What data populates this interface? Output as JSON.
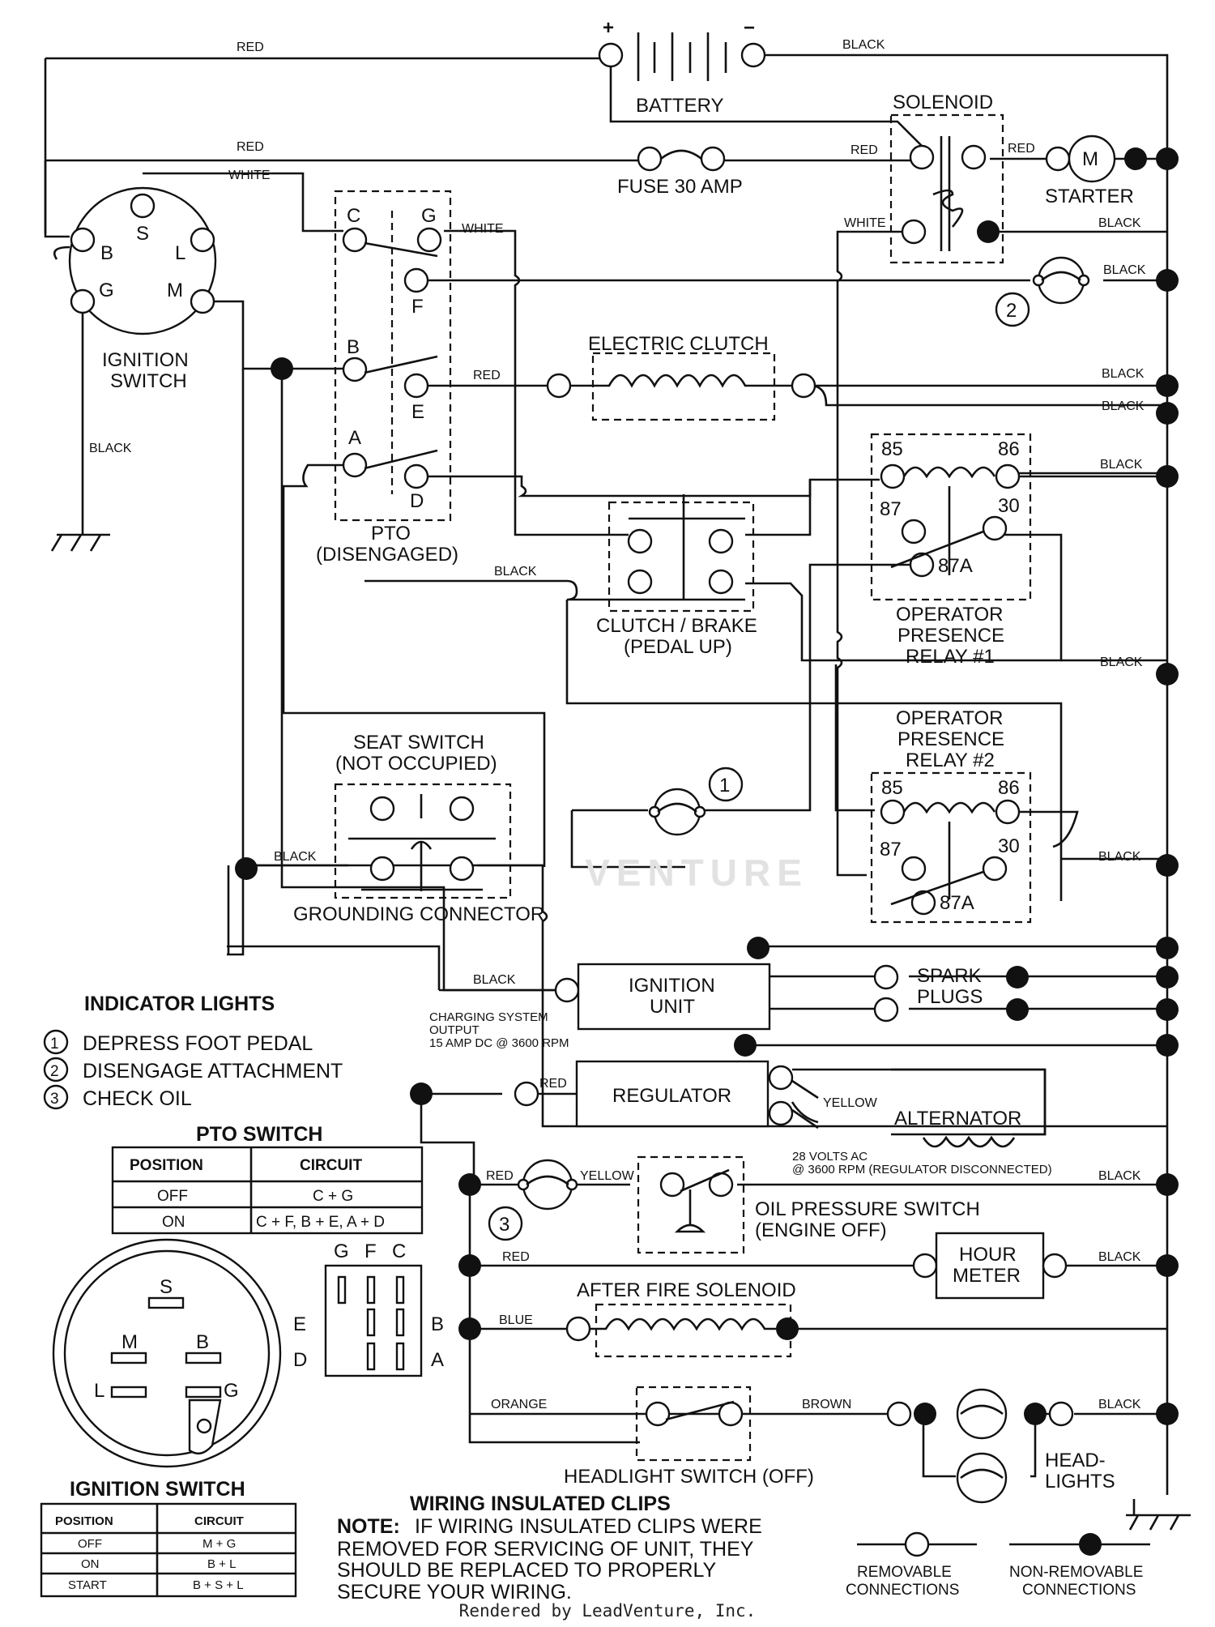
{
  "wire_colors": {
    "red": "RED",
    "black": "BLACK",
    "white": "WHITE",
    "yellow": "YELLOW",
    "blue": "BLUE",
    "orange": "ORANGE",
    "brown": "BROWN"
  },
  "components": {
    "battery": "BATTERY",
    "battery_plus": "+",
    "battery_minus": "−",
    "solenoid": "SOLENOID",
    "fuse": "FUSE 30 AMP",
    "starter": "STARTER",
    "starter_motor": "M",
    "ignition_switch": [
      "IGNITION",
      "SWITCH"
    ],
    "electric_clutch": "ELECTRIC CLUTCH",
    "pto": [
      "PTO",
      "(DISENGAGED)"
    ],
    "clutch_brake": [
      "CLUTCH / BRAKE",
      "(PEDAL UP)"
    ],
    "relay1": [
      "OPERATOR",
      "PRESENCE",
      "RELAY #1"
    ],
    "relay2": [
      "OPERATOR",
      "PRESENCE",
      "RELAY #2"
    ],
    "seat_switch": [
      "SEAT SWITCH",
      "(NOT OCCUPIED)"
    ],
    "grounding_connector": "GROUNDING CONNECTOR",
    "ignition_unit": [
      "IGNITION",
      "UNIT"
    ],
    "spark_plugs": [
      "SPARK",
      "PLUGS"
    ],
    "charging_output": [
      "CHARGING SYSTEM",
      "OUTPUT",
      "15 AMP DC @ 3600 RPM"
    ],
    "regulator": "REGULATOR",
    "alternator": "ALTERNATOR",
    "ac_output": [
      "28 VOLTS AC",
      "@ 3600 RPM (REGULATOR DISCONNECTED)"
    ],
    "oil_pressure_switch": [
      "OIL PRESSURE SWITCH",
      "(ENGINE OFF)"
    ],
    "hour_meter": [
      "HOUR",
      "METER"
    ],
    "after_fire_solenoid": "AFTER FIRE SOLENOID",
    "headlight_switch": "HEADLIGHT SWITCH (OFF)",
    "headlights": [
      "HEAD-",
      "LIGHTS"
    ]
  },
  "terminals": {
    "ignition": [
      "S",
      "B",
      "L",
      "G",
      "M"
    ],
    "pto": [
      "C",
      "G",
      "F",
      "B",
      "E",
      "A",
      "D"
    ],
    "relay": [
      "85",
      "86",
      "87",
      "30",
      "87A"
    ]
  },
  "indicator_numbers": [
    "1",
    "2",
    "3"
  ],
  "indicator_lights": {
    "title": "INDICATOR LIGHTS",
    "items": [
      {
        "num": "1",
        "text": "DEPRESS FOOT PEDAL"
      },
      {
        "num": "2",
        "text": "DISENGAGE ATTACHMENT"
      },
      {
        "num": "3",
        "text": "CHECK OIL"
      }
    ]
  },
  "pto_switch_table": {
    "title": "PTO SWITCH",
    "headers": [
      "POSITION",
      "CIRCUIT"
    ],
    "rows": [
      [
        "OFF",
        "C + G"
      ],
      [
        "ON",
        "C + F, B + E, A + D"
      ]
    ]
  },
  "ignition_switch_table": {
    "title": "IGNITION SWITCH",
    "headers": [
      "POSITION",
      "CIRCUIT"
    ],
    "rows": [
      [
        "OFF",
        "M + G"
      ],
      [
        "ON",
        "B + L"
      ],
      [
        "START",
        "B + S + L"
      ]
    ]
  },
  "pto_connector_labels": {
    "top": [
      "G",
      "F",
      "C"
    ],
    "left": [
      "E",
      "D"
    ],
    "right": [
      "B",
      "A"
    ]
  },
  "ignition_face_labels": [
    "S",
    "M",
    "B",
    "L",
    "G"
  ],
  "note": {
    "title": "WIRING INSULATED CLIPS",
    "prefix": "NOTE:",
    "lines": [
      "IF WIRING INSULATED CLIPS WERE",
      "REMOVED FOR SERVICING OF UNIT, THEY",
      "SHOULD BE REPLACED TO PROPERLY",
      "SECURE YOUR WIRING."
    ]
  },
  "legend": {
    "removable": [
      "REMOVABLE",
      "CONNECTIONS"
    ],
    "non_removable": [
      "NON-REMOVABLE",
      "CONNECTIONS"
    ]
  },
  "watermark": "VENTURE",
  "footer": "Rendered by LeadVenture, Inc."
}
